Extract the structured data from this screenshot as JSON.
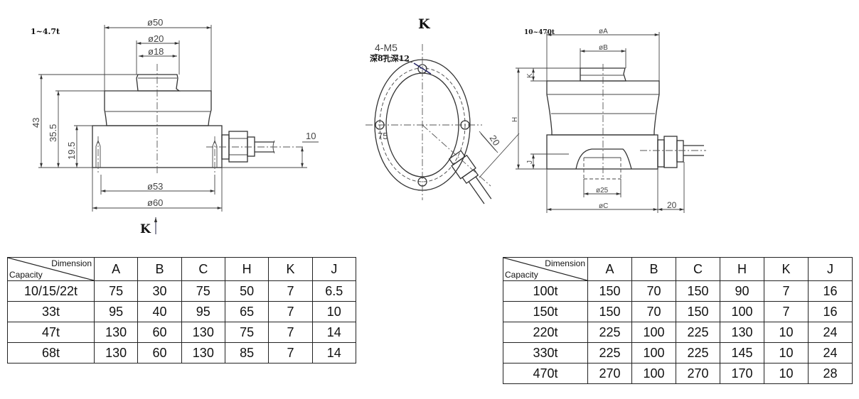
{
  "drawing_small": {
    "range_label": "1~4.7t",
    "dims": {
      "d50": "ø50",
      "d20": "ø20",
      "d18": "ø18",
      "h43": "43",
      "h35": "35.5",
      "h19": "19.5",
      "d53": "ø53",
      "d60": "ø60",
      "c10": "10"
    },
    "view_label": "K"
  },
  "drawing_k": {
    "title": "K",
    "thread": "4-M5",
    "depth_note": "深8孔深12",
    "hole_label": "75",
    "angle_dim": "20"
  },
  "drawing_large": {
    "range_label": "10~470t",
    "dims": {
      "dA": "øA",
      "dB": "øB",
      "H": "H",
      "K": "K",
      "J": "J",
      "d25": "ø25",
      "dC": "øC",
      "c20": "20"
    }
  },
  "table_left": {
    "header_dimension": "Dimension",
    "header_capacity": "Capacity",
    "columns": [
      "A",
      "B",
      "C",
      "H",
      "K",
      "J"
    ],
    "rows": [
      [
        "10/15/22t",
        "75",
        "30",
        "75",
        "50",
        "7",
        "6.5"
      ],
      [
        "33t",
        "95",
        "40",
        "95",
        "65",
        "7",
        "10"
      ],
      [
        "47t",
        "130",
        "60",
        "130",
        "75",
        "7",
        "14"
      ],
      [
        "68t",
        "130",
        "60",
        "130",
        "85",
        "7",
        "14"
      ]
    ]
  },
  "table_right": {
    "header_dimension": "Dimension",
    "header_capacity": "Capacity",
    "columns": [
      "A",
      "B",
      "C",
      "H",
      "K",
      "J"
    ],
    "rows": [
      [
        "100t",
        "150",
        "70",
        "150",
        "90",
        "7",
        "16"
      ],
      [
        "150t",
        "150",
        "70",
        "150",
        "100",
        "7",
        "16"
      ],
      [
        "220t",
        "225",
        "100",
        "225",
        "130",
        "10",
        "24"
      ],
      [
        "330t",
        "225",
        "100",
        "225",
        "145",
        "10",
        "24"
      ],
      [
        "470t",
        "270",
        "100",
        "270",
        "170",
        "10",
        "28"
      ]
    ]
  }
}
